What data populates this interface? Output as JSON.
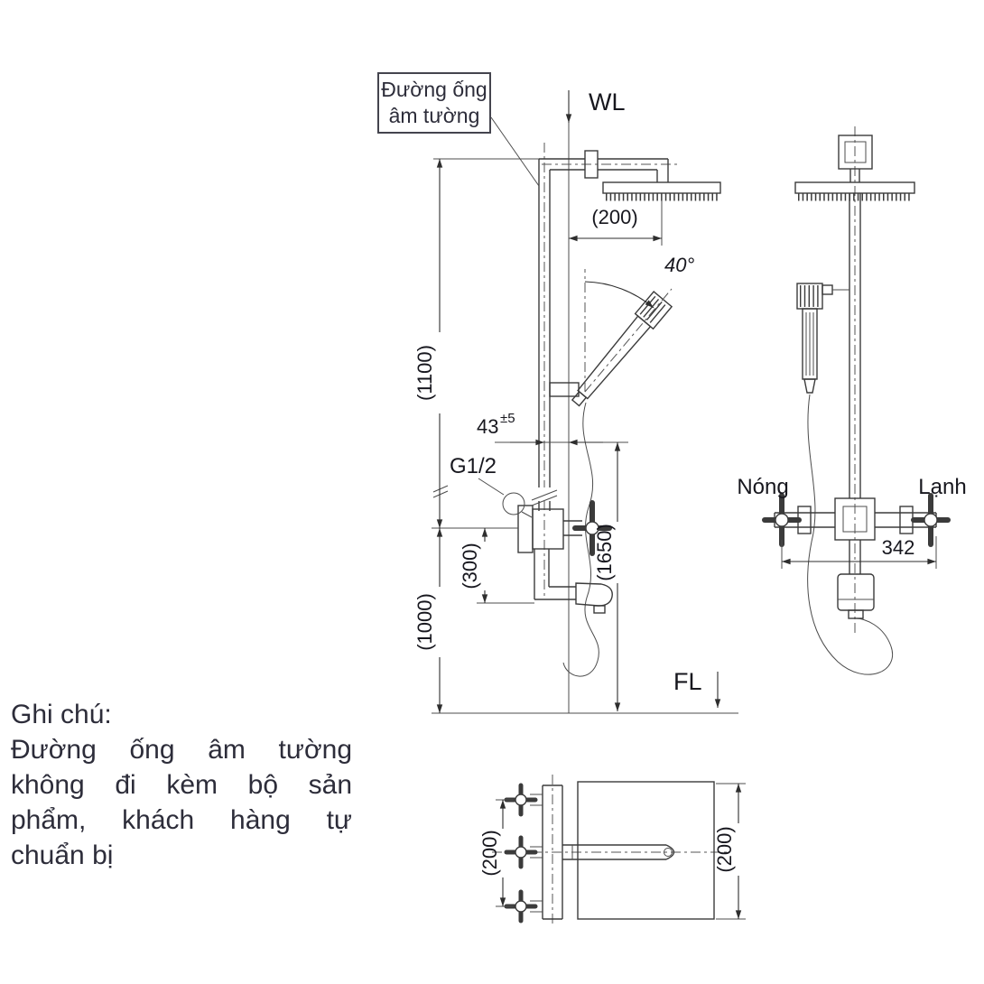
{
  "callout": {
    "line1": "Đường ống",
    "line2": "âm tường"
  },
  "labels": {
    "wl": "WL",
    "fl": "FL",
    "hot": "Nóng",
    "cold": "Lạnh",
    "thread": "G1/2",
    "angle": "40°"
  },
  "dimensions": {
    "head_offset": "(200)",
    "height_upper": "(1100)",
    "tolerance_main": "43",
    "tolerance_sup": "±5",
    "valve_spout": "(300)",
    "total_height": "(1650)",
    "valve_height": "(1000)",
    "handle_span": "342",
    "plan_left": "(200)",
    "plan_right": "(200)"
  },
  "note": {
    "title": "Ghi chú:",
    "line1": "Đường ống âm tường",
    "line2": "không đi kèm bộ sản",
    "line3": "phẩm, khách hàng tự",
    "line4": "chuẩn bị"
  },
  "colors": {
    "line": "#3b3b3b",
    "dimension_text": "#17171e",
    "note_text": "#2d2d3a"
  }
}
